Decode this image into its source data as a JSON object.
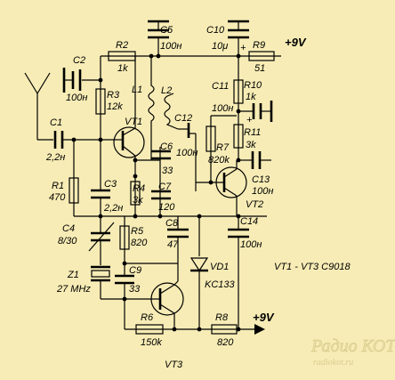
{
  "supply": {
    "top": "+9V",
    "bottom": "+9V"
  },
  "transistor_note": "VT1 - VT3  C9018",
  "caption": "VT3",
  "watermark": {
    "name": "Радио КОТ",
    "site": "radiokot.ru"
  },
  "transistors": {
    "vt1": "VT1",
    "vt2": "VT2",
    "vt3": "VT3"
  },
  "diode": {
    "name": "VD1",
    "part": "KC133"
  },
  "crystal": {
    "name": "Z1",
    "value": "27 MHz"
  },
  "inductors": {
    "l1": "L1",
    "l2": "L2"
  },
  "resistors": {
    "r1": {
      "name": "R1",
      "value": "470"
    },
    "r2": {
      "name": "R2",
      "value": "1k"
    },
    "r3": {
      "name": "R3",
      "value": "12k"
    },
    "r4": {
      "name": "R4",
      "value": "3k"
    },
    "r5": {
      "name": "R5",
      "value": "820"
    },
    "r6": {
      "name": "R6",
      "value": "150k"
    },
    "r7": {
      "name": "R7",
      "value": "820k"
    },
    "r8": {
      "name": "R8",
      "value": "820"
    },
    "r9": {
      "name": "R9",
      "value": "51"
    },
    "r10": {
      "name": "R10",
      "value": "1k"
    },
    "r11": {
      "name": "R11",
      "value": "3k"
    }
  },
  "capacitors": {
    "c1": {
      "name": "C1",
      "value": "2,2н"
    },
    "c2": {
      "name": "C2",
      "value": "100н"
    },
    "c3": {
      "name": "C3",
      "value": "2,2н"
    },
    "c4": {
      "name": "C4",
      "value": "8/30"
    },
    "c5": {
      "name": "C5",
      "value": "100н"
    },
    "c6": {
      "name": "C6",
      "value": "33"
    },
    "c7": {
      "name": "C7",
      "value": "120"
    },
    "c8": {
      "name": "C8",
      "value": "47"
    },
    "c9": {
      "name": "C9",
      "value": "33"
    },
    "c10": {
      "name": "C10",
      "value": "10μ"
    },
    "c11": {
      "name": "C11",
      "value": "100н"
    },
    "c12": {
      "name": "C12",
      "value": "100н"
    },
    "c13": {
      "name": "C13",
      "value": "100н"
    },
    "c14": {
      "name": "C14",
      "value": "100н"
    }
  }
}
